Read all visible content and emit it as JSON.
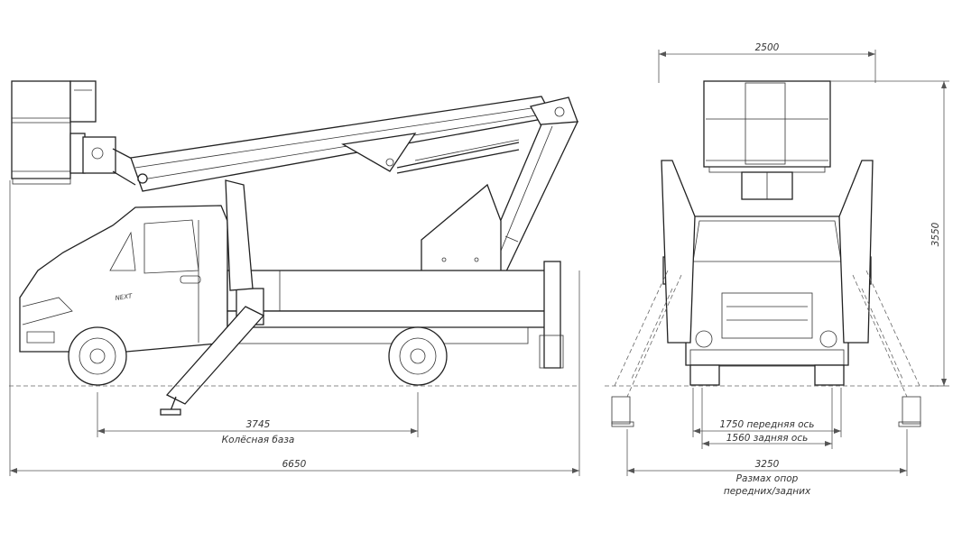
{
  "side_view": {
    "wheelbase_value": "3745",
    "wheelbase_caption": "Колёсная база",
    "total_length": "6650",
    "badge": "NEXT"
  },
  "front_view": {
    "platform_width": "2500",
    "max_height": "3550",
    "front_track": "1750 передняя ось",
    "rear_track": "1560 задняя ось",
    "outrigger_span": "3250",
    "outrigger_caption_1": "Размах опор",
    "outrigger_caption_2": "передних/задних"
  }
}
